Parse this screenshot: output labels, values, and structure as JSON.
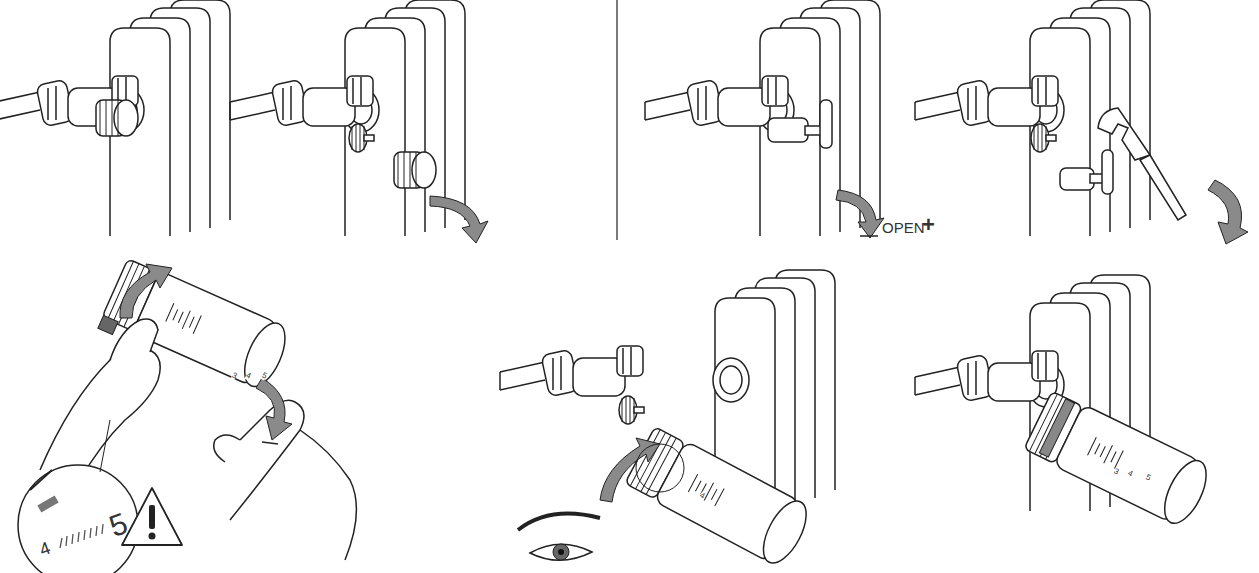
{
  "diagram": {
    "labels": [
      "OPEN",
      "+",
      "4",
      "5",
      "3",
      "4",
      "5",
      "4",
      "3",
      "4",
      "5"
    ]
  }
}
